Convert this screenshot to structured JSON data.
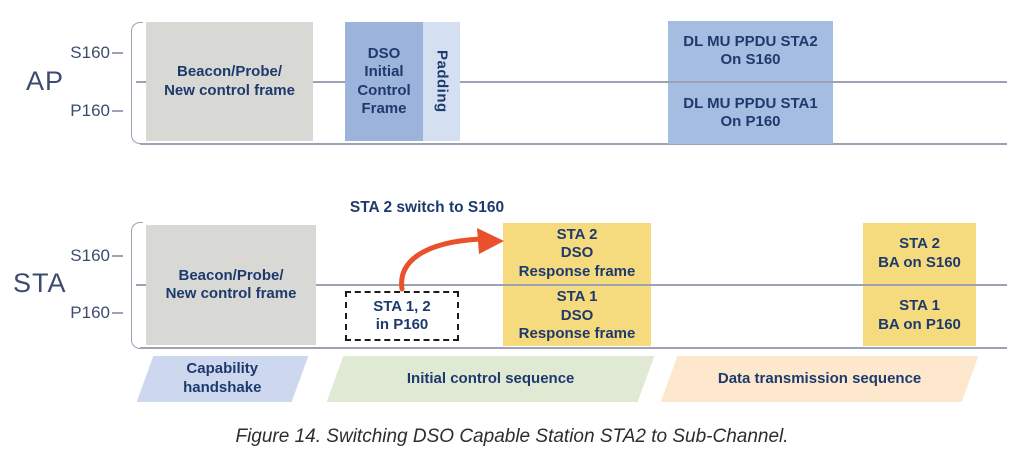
{
  "figure": {
    "caption": "Figure 14. Switching DSO Capable Station STA2 to Sub-Channel."
  },
  "colors": {
    "navy_text": "#1e3a6d",
    "row_label_text": "#3d4c6e",
    "gray_frame": "#d8d8d5",
    "dso_frame_blue": "#9cb4dc",
    "padding_blue": "#d4e0f2",
    "ppdu_blue": "#a6bde2",
    "response_yellow": "#f6da7e",
    "band_blue": "#cdd8ee",
    "band_green": "#dfe9d4",
    "band_orange": "#fde8cd",
    "arrow_orange": "#e8512b",
    "timeline_line": "#9aa2b4"
  },
  "ap_section": {
    "row_label": "AP",
    "channel_top": "S160",
    "channel_bottom": "P160",
    "beacon_box": "Beacon/Probe/\nNew control frame",
    "dso_box": "DSO\nInitial\nControl\nFrame",
    "padding_label": "Padding",
    "ppdu_top": "DL MU PPDU STA2\nOn S160",
    "ppdu_bottom": "DL MU PPDU STA1\nOn P160"
  },
  "sta_section": {
    "row_label": "STA",
    "channel_top": "S160",
    "channel_bottom": "P160",
    "beacon_box": "Beacon/Probe/\nNew control frame",
    "switch_annotation": "STA 2 switch to S160",
    "dashed_box": "STA 1, 2\nin P160",
    "response_top": "STA 2\nDSO\nResponse frame",
    "response_bottom": "STA 1\nDSO\nResponse frame",
    "ba_top": "STA 2\nBA on S160",
    "ba_bottom": "STA 1\nBA on P160"
  },
  "sequence_bands": [
    {
      "label": "Capability\nhandshake"
    },
    {
      "label": "Initial control sequence"
    },
    {
      "label": "Data transmission sequence"
    }
  ]
}
